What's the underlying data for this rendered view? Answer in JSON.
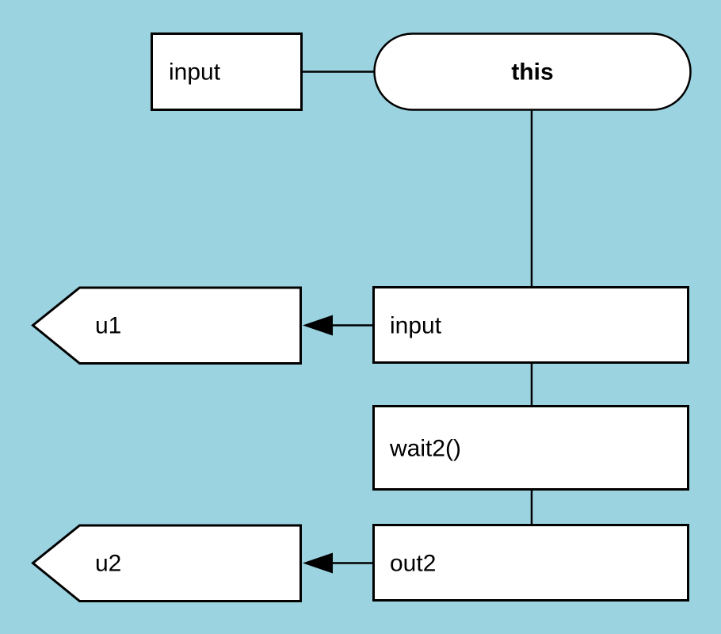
{
  "diagram": {
    "type": "flowchart",
    "background_color": "#9bd3e1",
    "node_fill_color": "#ffffff",
    "line_color": "#000000",
    "nodes": {
      "input_top": {
        "label": "input",
        "shape": "rectangle"
      },
      "this_node": {
        "label": "this",
        "shape": "stadium"
      },
      "input_mid": {
        "label": "input",
        "shape": "rectangle"
      },
      "u1": {
        "label": "u1",
        "shape": "pentagon-left"
      },
      "wait2": {
        "label": "wait2()",
        "shape": "rectangle"
      },
      "out2": {
        "label": "out2",
        "shape": "rectangle"
      },
      "u2": {
        "label": "u2",
        "shape": "pentagon-left"
      }
    },
    "edges": [
      {
        "from": "input_top",
        "to": "this_node",
        "arrow": "none"
      },
      {
        "from": "this_node",
        "to": "input_mid",
        "arrow": "none"
      },
      {
        "from": "input_mid",
        "to": "u1",
        "arrow": "filled-left"
      },
      {
        "from": "input_mid",
        "to": "wait2",
        "arrow": "none"
      },
      {
        "from": "wait2",
        "to": "out2",
        "arrow": "none"
      },
      {
        "from": "out2",
        "to": "u2",
        "arrow": "filled-left"
      }
    ]
  }
}
